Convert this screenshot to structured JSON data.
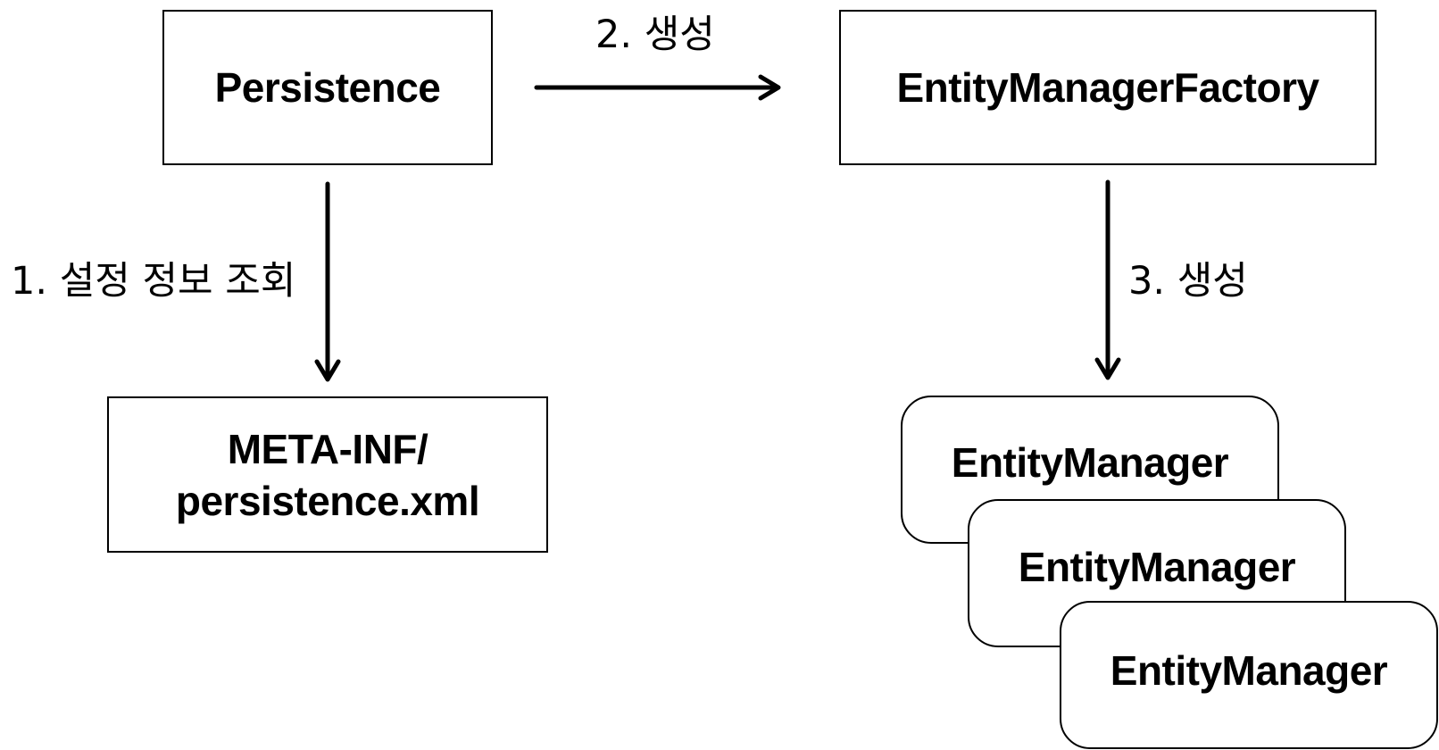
{
  "nodes": {
    "persistence": "Persistence",
    "factory": "EntityManagerFactory",
    "xml_line1": "META-INF/",
    "xml_line2": "persistence.xml",
    "entity_manager_1": "EntityManager",
    "entity_manager_2": "EntityManager",
    "entity_manager_3": "EntityManager"
  },
  "edges": {
    "step1": "1. 설정 정보 조회",
    "step2": "2. 생성",
    "step3": "3. 생성"
  }
}
